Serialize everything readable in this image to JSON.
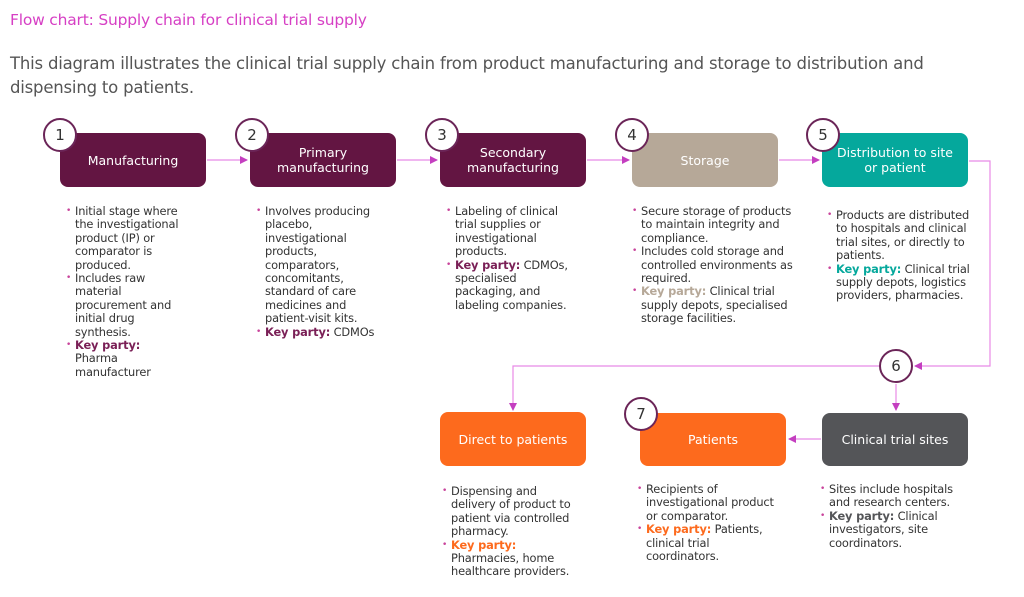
{
  "title": "Flow chart: Supply chain for clinical trial supply",
  "description": "This diagram illustrates the clinical trial supply chain from product manufacturing and storage to distribution and dispensing to patients.",
  "colors": {
    "title": "#d63fc4",
    "connector": "#e27fe0",
    "arrowhead": "#c43fc0",
    "badge_border": "#6b2558",
    "plum": "#631542",
    "taupe": "#b6a898",
    "teal": "#05a89c",
    "orange": "#fd6a1d",
    "gray": "#545558"
  },
  "steps": [
    {
      "badge": "1",
      "label": "Manufacturing",
      "notes": [
        "Initial stage where the investigational product (IP) or comparator is produced.",
        "Includes raw material procurement and initial drug synthesis."
      ],
      "key_party_label": "Key party:",
      "key_party": "Pharma manufacturer"
    },
    {
      "badge": "2",
      "label": "Primary manufacturing",
      "notes": [
        "Involves producing placebo, investigational products, comparators, concomitants, standard of care medicines and patient-visit kits."
      ],
      "key_party_label": "Key party:",
      "key_party": "CDMOs"
    },
    {
      "badge": "3",
      "label": "Secondary manufacturing",
      "notes": [
        "Labeling of clinical trial supplies or investigational products."
      ],
      "key_party_label": "Key party:",
      "key_party": "CDMOs, specialised packaging, and labeling companies."
    },
    {
      "badge": "4",
      "label": "Storage",
      "notes": [
        "Secure storage of products to maintain integrity and compliance.",
        "Includes cold storage and controlled environments as required."
      ],
      "key_party_label": "Key party:",
      "key_party": "Clinical trial supply depots, specialised storage facilities."
    },
    {
      "badge": "5",
      "label": "Distribution to site or patient",
      "notes": [
        "Products are distributed to hospitals and clinical trial sites, or directly to patients."
      ],
      "key_party_label": "Key party:",
      "key_party": "Clinical trial supply depots, logistics providers, pharmacies."
    },
    {
      "badge": "6",
      "label": "Clinical trial sites",
      "notes": [
        "Sites include hospitals and research centers."
      ],
      "key_party_label": "Key party:",
      "key_party": "Clinical investigators, site coordinators."
    },
    {
      "badge": "7",
      "label": "Patients",
      "notes": [
        "Recipients of investigational product or comparator."
      ],
      "key_party_label": "Key party:",
      "key_party": "Patients, clinical trial coordinators."
    },
    {
      "badge": "",
      "label": "Direct to patients",
      "notes": [
        "Dispensing and delivery of product to patient via controlled pharmacy."
      ],
      "key_party_label": "Key party:",
      "key_party": "Pharmacies, home healthcare providers."
    }
  ]
}
